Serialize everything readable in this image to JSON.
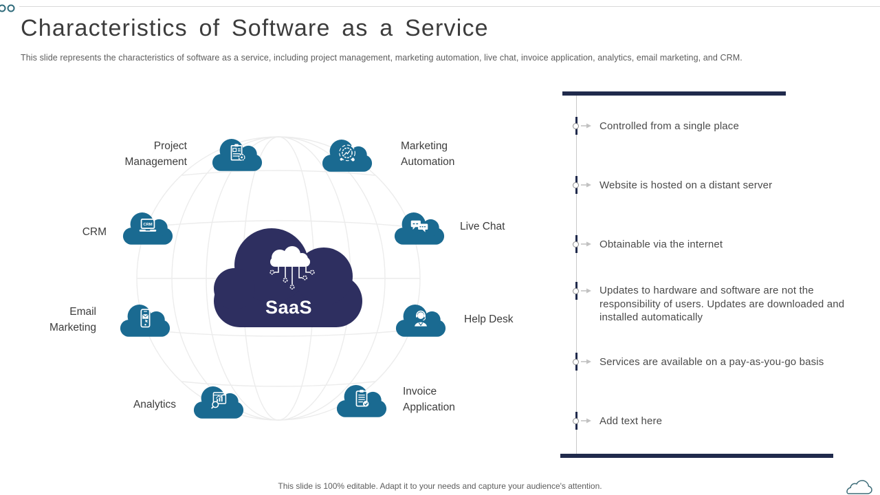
{
  "slide": {
    "title": "Characteristics of Software as a Service",
    "subtitle": "This slide represents the characteristics of software as a service, including project management, marketing automation, live chat, invoice application, analytics, email marketing, and CRM.",
    "footer": "This slide is 100% editable. Adapt it to your needs and capture your audience's attention."
  },
  "diagram": {
    "center": {
      "label": "SaaS",
      "icon": "cloud-circuit-icon"
    },
    "nodes": [
      {
        "label": "Project Management",
        "label_lines": [
          "Project",
          "Management"
        ],
        "icon": "clipboard-gear-icon"
      },
      {
        "label": "Marketing Automation",
        "label_lines": [
          "Marketing",
          "Automation"
        ],
        "icon": "automation-gear-icon"
      },
      {
        "label": "CRM",
        "label_lines": [
          "CRM"
        ],
        "icon": "crm-laptop-icon"
      },
      {
        "label": "Live Chat",
        "label_lines": [
          "Live Chat"
        ],
        "icon": "chat-bubbles-icon"
      },
      {
        "label": "Email Marketing",
        "label_lines": [
          "Email",
          "Marketing"
        ],
        "icon": "phone-email-icon"
      },
      {
        "label": "Help Desk",
        "label_lines": [
          "Help Desk"
        ],
        "icon": "support-agent-icon"
      },
      {
        "label": "Analytics",
        "label_lines": [
          "Analytics"
        ],
        "icon": "analytics-magnifier-icon"
      },
      {
        "label": "Invoice Application",
        "label_lines": [
          "Invoice",
          "Application"
        ],
        "icon": "invoice-check-icon"
      }
    ]
  },
  "bullets": [
    "Controlled from a single place",
    "Website is hosted on a distant server",
    "Obtainable via the internet",
    "Updates to hardware and software are not the responsibility of users. Updates are downloaded and installed automatically",
    "Services are available on a pay-as-you-go basis",
    "Add text here"
  ],
  "colors": {
    "cloud_teal": "#1a6a91",
    "cloud_navy": "#2e2f60",
    "bar_navy": "#202a4c",
    "text_dark": "#3c3c3c",
    "text_body": "#4a4a4a",
    "text_muted": "#5c5c5c",
    "line_gray": "#c9c9c9",
    "marker_gray": "#c2c2c2",
    "deco_teal": "#2f6b7b"
  }
}
